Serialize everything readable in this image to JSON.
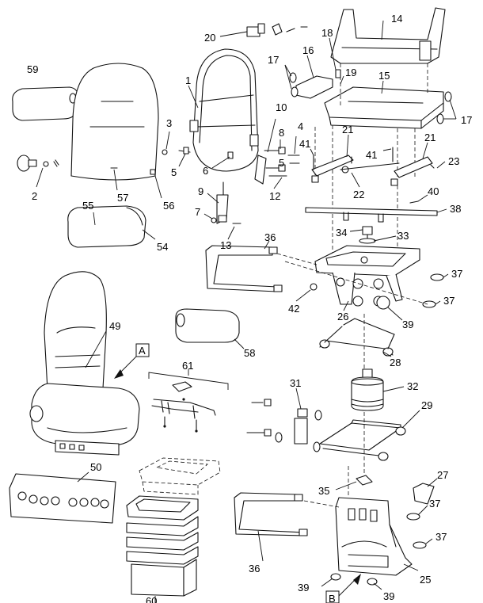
{
  "callouts": {
    "c1": "1",
    "c2": "2",
    "c3": "3",
    "c4": "4",
    "c5a": "5",
    "c5b": "5",
    "c6": "6",
    "c7": "7",
    "c8": "8",
    "c9": "9",
    "c10": "10",
    "c12": "12",
    "c13": "13",
    "c14": "14",
    "c15": "15",
    "c16": "16",
    "c17a": "17",
    "c17b": "17",
    "c18": "18",
    "c19": "19",
    "c20": "20",
    "c21a": "21",
    "c21b": "21",
    "c22": "22",
    "c23": "23",
    "c25": "25",
    "c26": "26",
    "c27": "27",
    "c28": "28",
    "c29": "29",
    "c31": "31",
    "c32": "32",
    "c33": "33",
    "c34": "34",
    "c35": "35",
    "c36a": "36",
    "c36b": "36",
    "c37a": "37",
    "c37b": "37",
    "c37c": "37",
    "c37d": "37",
    "c38": "38",
    "c39a": "39",
    "c39b": "39",
    "c39c": "39",
    "c40": "40",
    "c41a": "41",
    "c41b": "41",
    "c42": "42",
    "c49": "49",
    "c50": "50",
    "c54": "54",
    "c55": "55",
    "c56": "56",
    "c57": "57",
    "c58": "58",
    "c59": "59",
    "c60": "60",
    "c61": "61"
  },
  "view_labels": {
    "a": "A",
    "b": "B"
  }
}
